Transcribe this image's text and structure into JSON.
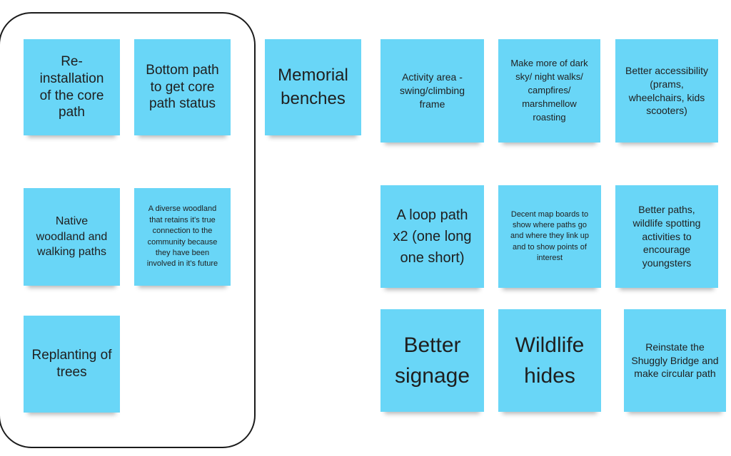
{
  "board": {
    "background_color": "#ffffff",
    "note_color": "#69d6f7",
    "group_frame_color": "#1b1b1b"
  },
  "notes": {
    "reinstallation": "Re-installation of the core path",
    "bottom_path": "Bottom path to get core path status",
    "native_woodland": "Native woodland and walking paths",
    "diverse_woodland": "A diverse woodland that retains it's true connection to the community because they have been involved in it's future",
    "replanting": "Replanting of trees",
    "memorial_benches": "Memorial benches",
    "activity_area": "Activity area - swing/climbing frame",
    "dark_sky": "Make more of dark sky/ night walks/ campfires/ marshmellow roasting",
    "accessibility": "Better accessibility (prams, wheelchairs, kids scooters)",
    "loop_path": "A loop path x2 (one long one short)",
    "map_boards": "Decent map boards to show where paths go and where they link up and to show points of interest",
    "better_paths": "Better paths, wildlife spotting activities to encourage youngsters",
    "better_signage": "Better signage",
    "wildlife_hides": "Wildlife hides",
    "shuggly_bridge": "Reinstate the Shuggly Bridge and make circular path"
  }
}
